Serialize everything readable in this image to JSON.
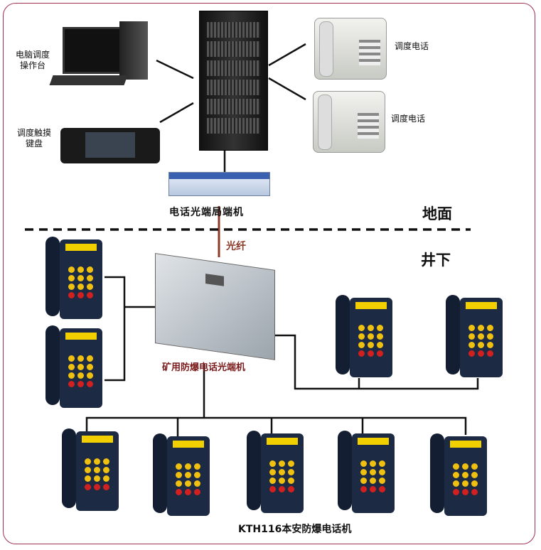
{
  "surface": {
    "computer_console": "电脑调度\n操作台",
    "touch_keyboard": "调度触摸\n键盘",
    "dispatch_phone_1": "调度电话",
    "dispatch_phone_2": "调度电话",
    "optical_terminal": "电话光端局端机",
    "zone": "地面"
  },
  "underground": {
    "zone": "井下",
    "fiber": "光纤",
    "mine_terminal": "矿用防爆电话光端机",
    "phones_label": "KTH116本安防爆电话机"
  },
  "colors": {
    "frame": "#a03050",
    "fiber": "#8b3a2a",
    "mine_terminal_label": "#7a1a1a"
  }
}
